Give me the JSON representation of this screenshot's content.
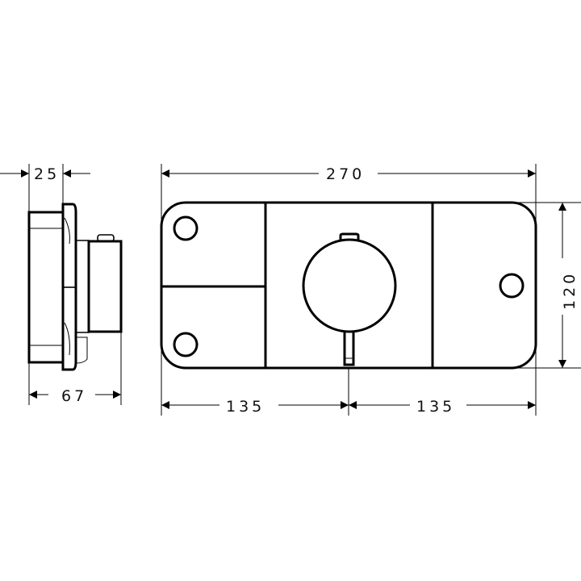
{
  "drawing": {
    "type": "technical dimension drawing",
    "units": "mm",
    "views": [
      "side-view",
      "front-view"
    ]
  },
  "dimensions": {
    "side_plate_depth": "25",
    "side_total_depth": "67",
    "front_width": "270",
    "front_height": "120",
    "front_left_half": "135",
    "front_right_half": "135"
  },
  "colors": {
    "line": "#000000",
    "background": "#ffffff"
  }
}
